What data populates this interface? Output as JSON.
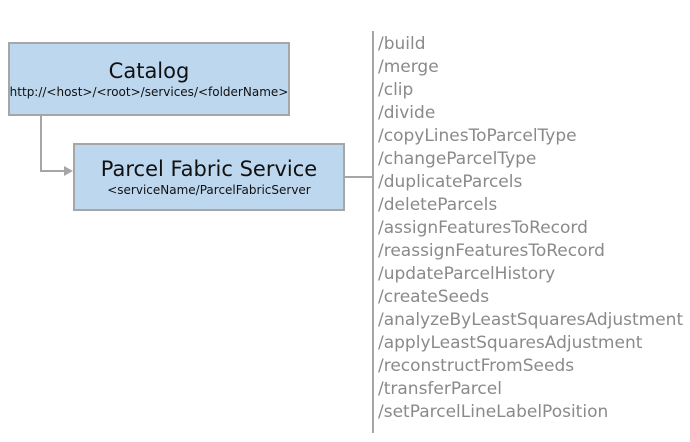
{
  "catalog_box": {
    "title": "Catalog",
    "subtitle": "http://<host>/<root>/services/<folderName>"
  },
  "service_box": {
    "title": "Parcel Fabric Service",
    "subtitle": "<serviceName/ParcelFabricServer"
  },
  "endpoints": [
    "/build",
    "/merge",
    "/clip",
    "/divide",
    "/copyLinesToParcelType",
    "/changeParcelType",
    "/duplicateParcels",
    "/deleteParcels",
    "/assignFeaturesToRecord",
    "/reassignFeaturesToRecord",
    "/updateParcelHistory",
    "/createSeeds",
    "/analyzeByLeastSquaresAdjustment",
    "/applyLeastSquaresAdjustment",
    "/reconstructFromSeeds",
    "/transferParcel",
    "/setParcelLineLabelPosition"
  ],
  "colors": {
    "box_fill": "#bdd7ee",
    "box_border": "#a6a6a6",
    "connector": "#a6a6a6",
    "endpoint_text": "#8a8a8a",
    "box_text": "#111111",
    "background": "#ffffff"
  }
}
